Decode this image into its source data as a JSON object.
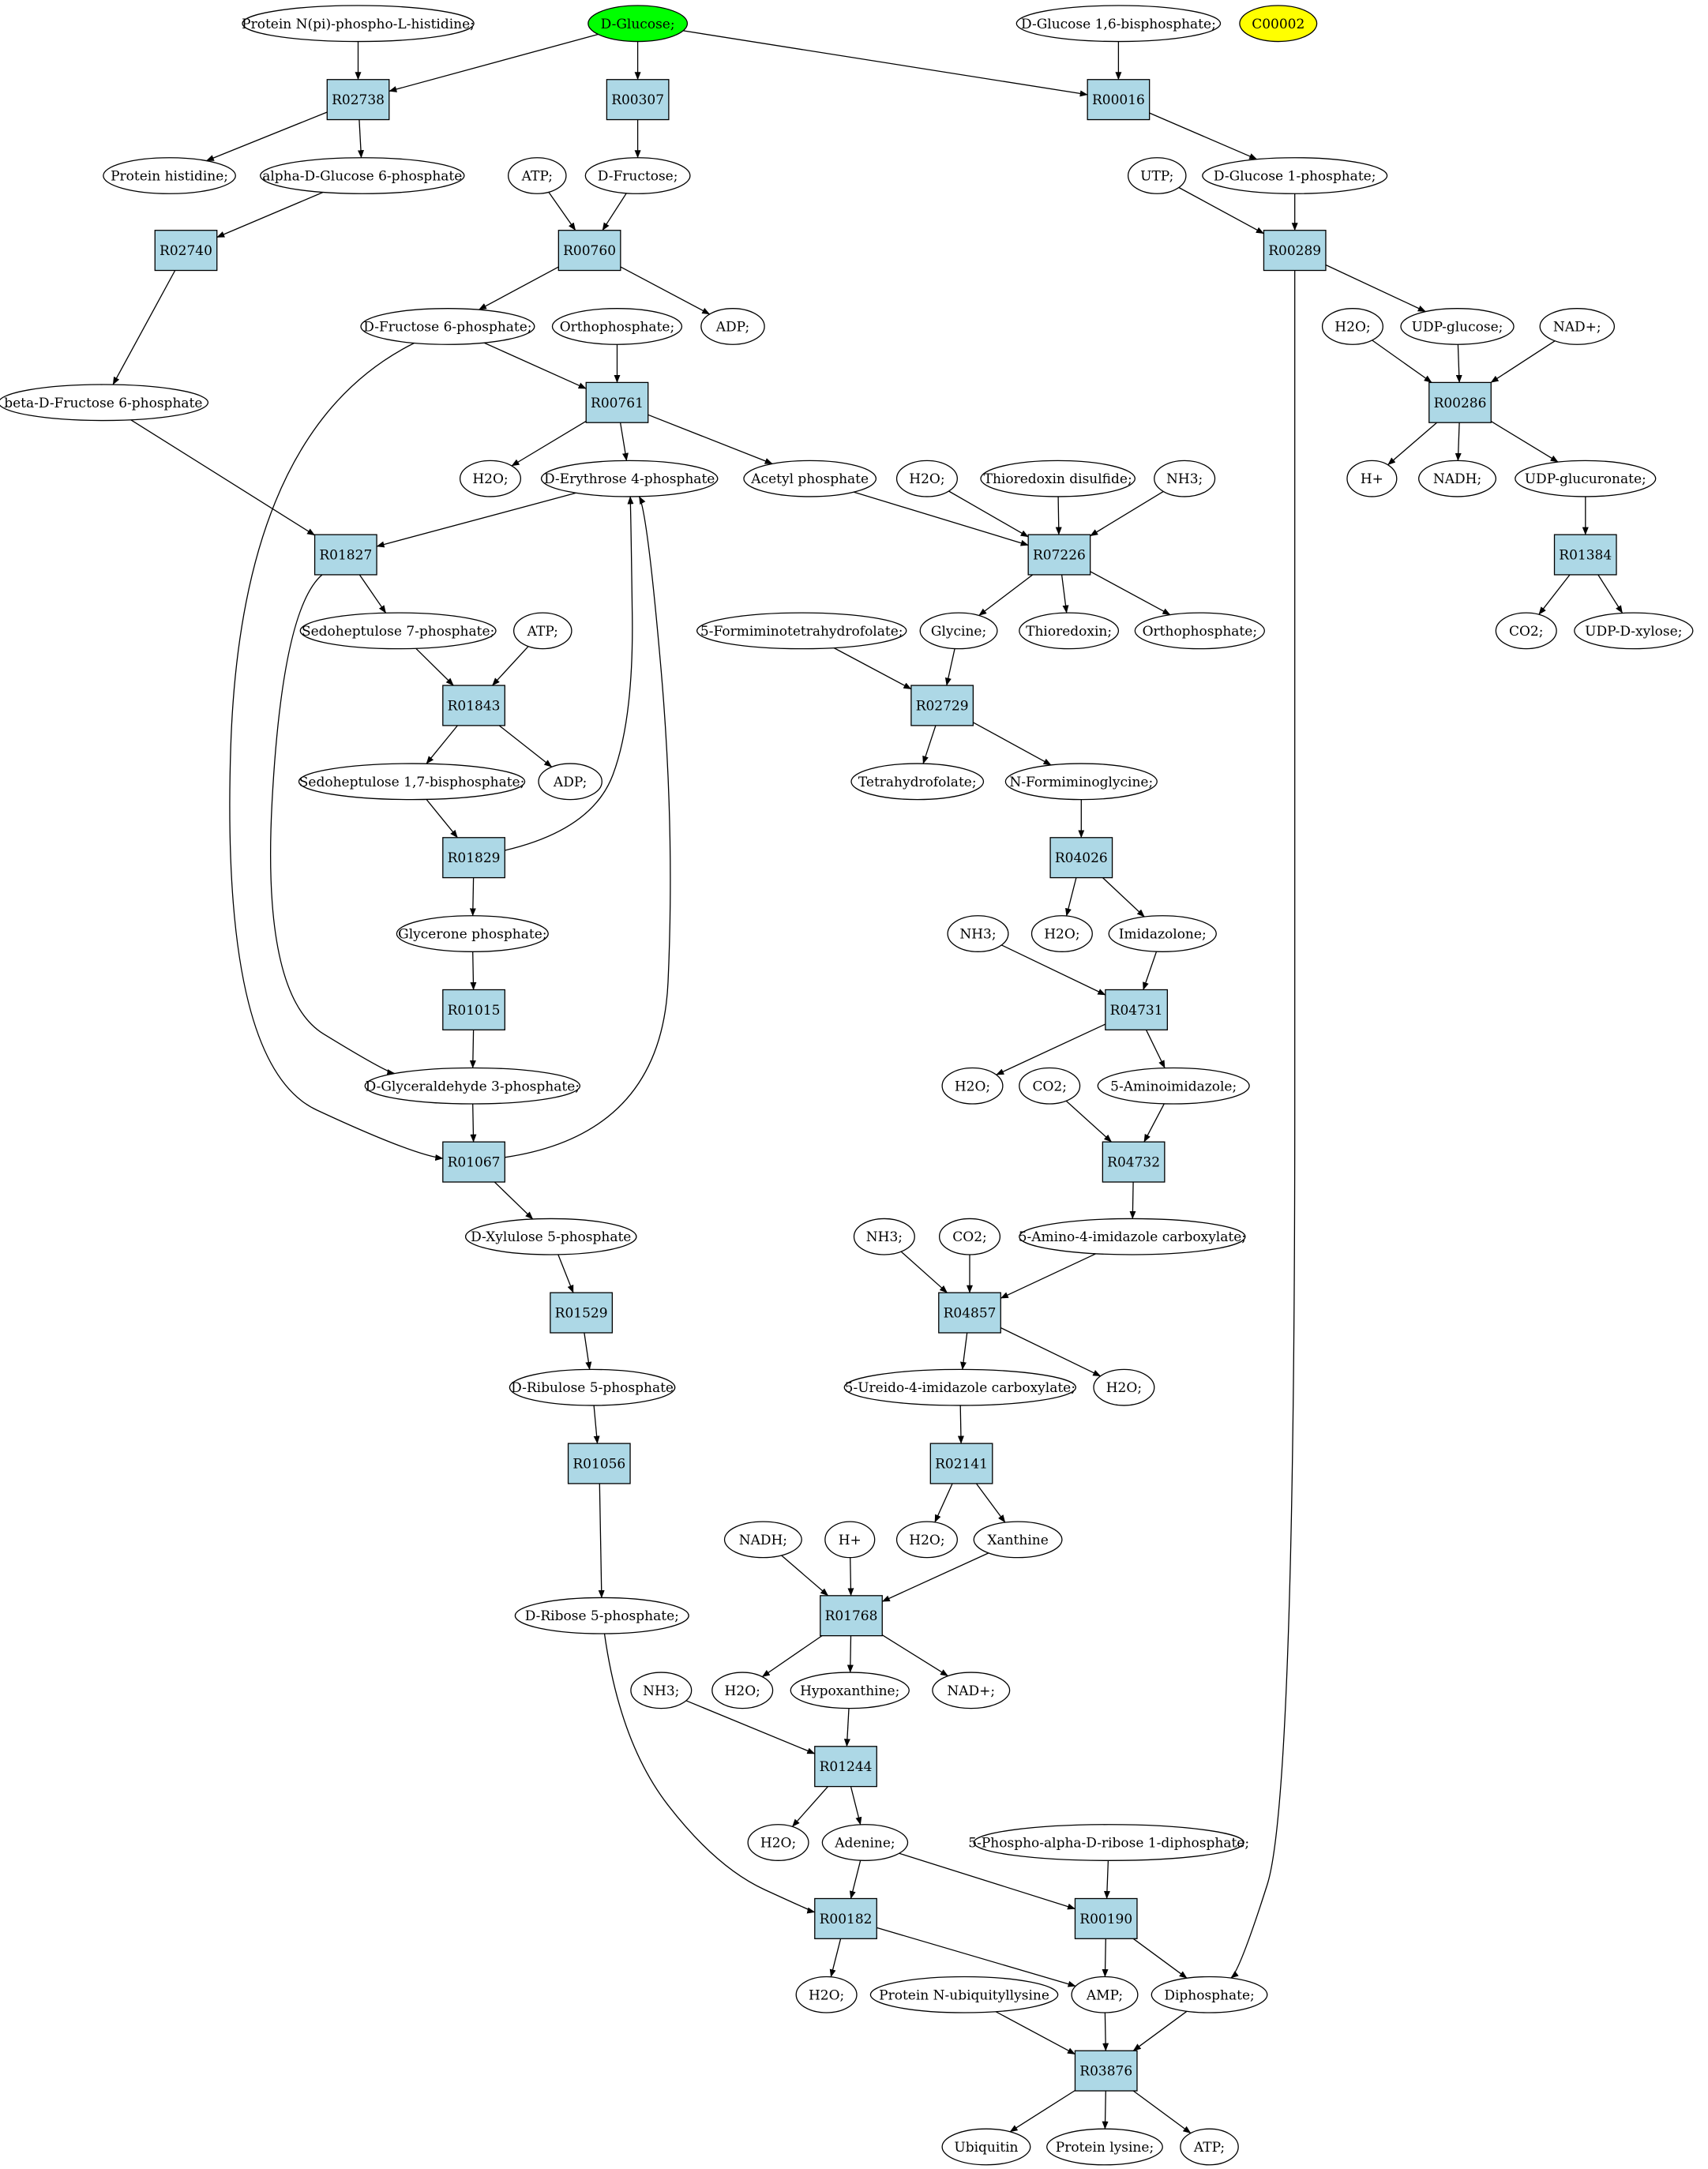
{
  "colors": {
    "reaction_fill": "#add8e6",
    "compound_fill": "#ffffff",
    "start_fill": "#00ff00",
    "highlight_fill": "#ffff00",
    "stroke": "#000000"
  },
  "compounds": [
    {
      "id": "c_prot_nphis",
      "label": "Protein N(pi)-phospho-L-histidine;"
    },
    {
      "id": "c_dglucose",
      "label": "D-Glucose;",
      "style": "start"
    },
    {
      "id": "c_dg16bp",
      "label": "D-Glucose 1,6-bisphosphate;"
    },
    {
      "id": "c_c00002",
      "label": "C00002",
      "style": "highlight"
    },
    {
      "id": "c_prot_his",
      "label": "Protein histidine;"
    },
    {
      "id": "c_ag6p",
      "label": "alpha-D-Glucose 6-phosphate"
    },
    {
      "id": "c_atp1",
      "label": "ATP;"
    },
    {
      "id": "c_dfructose",
      "label": "D-Fructose;"
    },
    {
      "id": "c_utp",
      "label": "UTP;"
    },
    {
      "id": "c_dg1p",
      "label": "D-Glucose 1-phosphate;"
    },
    {
      "id": "c_f6p",
      "label": "D-Fructose 6-phosphate;"
    },
    {
      "id": "c_orthop1",
      "label": "Orthophosphate;"
    },
    {
      "id": "c_adp1",
      "label": "ADP;"
    },
    {
      "id": "c_h2o_a",
      "label": "H2O;"
    },
    {
      "id": "c_udpglc",
      "label": "UDP-glucose;"
    },
    {
      "id": "c_nadp1",
      "label": "NAD+;"
    },
    {
      "id": "c_bf6p",
      "label": "beta-D-Fructose 6-phosphate"
    },
    {
      "id": "c_h2o_b",
      "label": "H2O;"
    },
    {
      "id": "c_e4p",
      "label": "D-Erythrose 4-phosphate"
    },
    {
      "id": "c_acp",
      "label": "Acetyl phosphate"
    },
    {
      "id": "c_h2o_c",
      "label": "H2O;"
    },
    {
      "id": "c_trxss",
      "label": "Thioredoxin disulfide;"
    },
    {
      "id": "c_nh3_a",
      "label": "NH3;"
    },
    {
      "id": "c_hplus1",
      "label": "H+"
    },
    {
      "id": "c_nadh1",
      "label": "NADH;"
    },
    {
      "id": "c_udpgluc",
      "label": "UDP-glucuronate;"
    },
    {
      "id": "c_s7p",
      "label": "Sedoheptulose 7-phosphate;"
    },
    {
      "id": "c_atp2",
      "label": "ATP;"
    },
    {
      "id": "c_fthf",
      "label": "5-Formiminotetrahydrofolate;"
    },
    {
      "id": "c_glycine",
      "label": "Glycine;"
    },
    {
      "id": "c_trx",
      "label": "Thioredoxin;"
    },
    {
      "id": "c_orthop2",
      "label": "Orthophosphate;"
    },
    {
      "id": "c_co2_a",
      "label": "CO2;"
    },
    {
      "id": "c_udpxyl",
      "label": "UDP-D-xylose;"
    },
    {
      "id": "c_s17bp",
      "label": "Sedoheptulose 1,7-bisphosphate;"
    },
    {
      "id": "c_adp2",
      "label": "ADP;"
    },
    {
      "id": "c_thf",
      "label": "Tetrahydrofolate;"
    },
    {
      "id": "c_nfgly",
      "label": "N-Formiminoglycine;"
    },
    {
      "id": "c_gp",
      "label": "Glycerone phosphate;"
    },
    {
      "id": "c_nh3_b",
      "label": "NH3;"
    },
    {
      "id": "c_h2o_d",
      "label": "H2O;"
    },
    {
      "id": "c_imid",
      "label": "Imidazolone;"
    },
    {
      "id": "c_g3p",
      "label": "D-Glyceraldehyde 3-phosphate;"
    },
    {
      "id": "c_h2o_e",
      "label": "H2O;"
    },
    {
      "id": "c_co2_b",
      "label": "CO2;"
    },
    {
      "id": "c_aimid",
      "label": "5-Aminoimidazole;"
    },
    {
      "id": "c_xu5p",
      "label": "D-Xylulose 5-phosphate"
    },
    {
      "id": "c_nh3_c",
      "label": "NH3;"
    },
    {
      "id": "c_co2_c",
      "label": "CO2;"
    },
    {
      "id": "c_aicarb",
      "label": "5-Amino-4-imidazole carboxylate;"
    },
    {
      "id": "c_ru5p",
      "label": "D-Ribulose 5-phosphate"
    },
    {
      "id": "c_uicarb",
      "label": "5-Ureido-4-imidazole carboxylate;"
    },
    {
      "id": "c_h2o_f",
      "label": "H2O;"
    },
    {
      "id": "c_nadh2",
      "label": "NADH;"
    },
    {
      "id": "c_hplus2",
      "label": "H+"
    },
    {
      "id": "c_h2o_g",
      "label": "H2O;"
    },
    {
      "id": "c_xanthine",
      "label": "Xanthine"
    },
    {
      "id": "c_r5p",
      "label": "D-Ribose 5-phosphate;"
    },
    {
      "id": "c_nh3_d",
      "label": "NH3;"
    },
    {
      "id": "c_h2o_h",
      "label": "H2O;"
    },
    {
      "id": "c_hypox",
      "label": "Hypoxanthine;"
    },
    {
      "id": "c_nadp2",
      "label": "NAD+;"
    },
    {
      "id": "c_h2o_i",
      "label": "H2O;"
    },
    {
      "id": "c_adenine",
      "label": "Adenine;"
    },
    {
      "id": "c_prpp",
      "label": "5-Phospho-alpha-D-ribose 1-diphosphate;"
    },
    {
      "id": "c_h2o_j",
      "label": "H2O;"
    },
    {
      "id": "c_protub",
      "label": "Protein N-ubiquityllysine"
    },
    {
      "id": "c_amp",
      "label": "AMP;"
    },
    {
      "id": "c_diphos",
      "label": "Diphosphate;"
    },
    {
      "id": "c_ubiq",
      "label": "Ubiquitin"
    },
    {
      "id": "c_protlys",
      "label": "Protein lysine;"
    },
    {
      "id": "c_atp3",
      "label": "ATP;"
    }
  ],
  "reactions": [
    {
      "id": "r_R02738",
      "label": "R02738"
    },
    {
      "id": "r_R00307",
      "label": "R00307"
    },
    {
      "id": "r_R00016",
      "label": "R00016"
    },
    {
      "id": "r_R02740",
      "label": "R02740"
    },
    {
      "id": "r_R00760",
      "label": "R00760"
    },
    {
      "id": "r_R00289",
      "label": "R00289"
    },
    {
      "id": "r_R00761",
      "label": "R00761"
    },
    {
      "id": "r_R00286",
      "label": "R00286"
    },
    {
      "id": "r_R01827",
      "label": "R01827"
    },
    {
      "id": "r_R07226",
      "label": "R07226"
    },
    {
      "id": "r_R01384",
      "label": "R01384"
    },
    {
      "id": "r_R01843",
      "label": "R01843"
    },
    {
      "id": "r_R02729",
      "label": "R02729"
    },
    {
      "id": "r_R01829",
      "label": "R01829"
    },
    {
      "id": "r_R04026",
      "label": "R04026"
    },
    {
      "id": "r_R01015",
      "label": "R01015"
    },
    {
      "id": "r_R04731",
      "label": "R04731"
    },
    {
      "id": "r_R01067",
      "label": "R01067"
    },
    {
      "id": "r_R04732",
      "label": "R04732"
    },
    {
      "id": "r_R01529",
      "label": "R01529"
    },
    {
      "id": "r_R04857",
      "label": "R04857"
    },
    {
      "id": "r_R01056",
      "label": "R01056"
    },
    {
      "id": "r_R02141",
      "label": "R02141"
    },
    {
      "id": "r_R01768",
      "label": "R01768"
    },
    {
      "id": "r_R01244",
      "label": "R01244"
    },
    {
      "id": "r_R00182",
      "label": "R00182"
    },
    {
      "id": "r_R00190",
      "label": "R00190"
    },
    {
      "id": "r_R03876",
      "label": "R03876"
    }
  ],
  "edges": [
    [
      "c_prot_nphis",
      "r_R02738"
    ],
    [
      "c_dglucose",
      "r_R02738"
    ],
    [
      "c_dglucose",
      "r_R00307"
    ],
    [
      "c_dglucose",
      "r_R00016"
    ],
    [
      "c_dg16bp",
      "r_R00016"
    ],
    [
      "r_R02738",
      "c_prot_his"
    ],
    [
      "r_R02738",
      "c_ag6p"
    ],
    [
      "r_R00307",
      "c_dfructose"
    ],
    [
      "r_R00016",
      "c_dg1p"
    ],
    [
      "c_ag6p",
      "r_R02740"
    ],
    [
      "c_atp1",
      "r_R00760"
    ],
    [
      "c_dfructose",
      "r_R00760"
    ],
    [
      "c_utp",
      "r_R00289"
    ],
    [
      "c_dg1p",
      "r_R00289"
    ],
    [
      "r_R02740",
      "c_bf6p"
    ],
    [
      "r_R00760",
      "c_f6p"
    ],
    [
      "r_R00760",
      "c_adp1"
    ],
    [
      "r_R00289",
      "c_udpglc"
    ],
    [
      "r_R00289",
      "c_diphos"
    ],
    [
      "c_f6p",
      "r_R00761"
    ],
    [
      "c_orthop1",
      "r_R00761"
    ],
    [
      "c_f6p",
      "r_R01067"
    ],
    [
      "c_h2o_a",
      "r_R00286"
    ],
    [
      "c_udpglc",
      "r_R00286"
    ],
    [
      "c_nadp1",
      "r_R00286"
    ],
    [
      "r_R00761",
      "c_h2o_b"
    ],
    [
      "r_R00761",
      "c_e4p"
    ],
    [
      "r_R00761",
      "c_acp"
    ],
    [
      "r_R00286",
      "c_hplus1"
    ],
    [
      "r_R00286",
      "c_nadh1"
    ],
    [
      "r_R00286",
      "c_udpgluc"
    ],
    [
      "c_bf6p",
      "r_R01827"
    ],
    [
      "c_e4p",
      "r_R01827"
    ],
    [
      "c_acp",
      "r_R07226"
    ],
    [
      "c_h2o_c",
      "r_R07226"
    ],
    [
      "c_trxss",
      "r_R07226"
    ],
    [
      "c_nh3_a",
      "r_R07226"
    ],
    [
      "c_udpgluc",
      "r_R01384"
    ],
    [
      "r_R01827",
      "c_s7p"
    ],
    [
      "r_R01827",
      "c_g3p"
    ],
    [
      "r_R07226",
      "c_glycine"
    ],
    [
      "r_R07226",
      "c_trx"
    ],
    [
      "r_R07226",
      "c_orthop2"
    ],
    [
      "r_R01384",
      "c_co2_a"
    ],
    [
      "r_R01384",
      "c_udpxyl"
    ],
    [
      "c_s7p",
      "r_R01843"
    ],
    [
      "c_atp2",
      "r_R01843"
    ],
    [
      "c_fthf",
      "r_R02729"
    ],
    [
      "c_glycine",
      "r_R02729"
    ],
    [
      "r_R01843",
      "c_s17bp"
    ],
    [
      "r_R01843",
      "c_adp2"
    ],
    [
      "r_R02729",
      "c_thf"
    ],
    [
      "r_R02729",
      "c_nfgly"
    ],
    [
      "c_s17bp",
      "r_R01829"
    ],
    [
      "r_R01829",
      "c_e4p"
    ],
    [
      "r_R01829",
      "c_gp"
    ],
    [
      "c_nfgly",
      "r_R04026"
    ],
    [
      "r_R04026",
      "c_h2o_d"
    ],
    [
      "r_R04026",
      "c_imid"
    ],
    [
      "c_gp",
      "r_R01015"
    ],
    [
      "r_R01015",
      "c_g3p"
    ],
    [
      "c_nh3_b",
      "r_R04731"
    ],
    [
      "c_imid",
      "r_R04731"
    ],
    [
      "r_R04731",
      "c_h2o_e"
    ],
    [
      "r_R04731",
      "c_aimid"
    ],
    [
      "c_g3p",
      "r_R01067"
    ],
    [
      "r_R01067",
      "c_e4p"
    ],
    [
      "r_R01067",
      "c_xu5p"
    ],
    [
      "c_co2_b",
      "r_R04732"
    ],
    [
      "c_aimid",
      "r_R04732"
    ],
    [
      "r_R04732",
      "c_aicarb"
    ],
    [
      "c_xu5p",
      "r_R01529"
    ],
    [
      "r_R01529",
      "c_ru5p"
    ],
    [
      "c_nh3_c",
      "r_R04857"
    ],
    [
      "c_co2_c",
      "r_R04857"
    ],
    [
      "c_aicarb",
      "r_R04857"
    ],
    [
      "r_R04857",
      "c_uicarb"
    ],
    [
      "r_R04857",
      "c_h2o_f"
    ],
    [
      "c_ru5p",
      "r_R01056"
    ],
    [
      "r_R01056",
      "c_r5p"
    ],
    [
      "c_uicarb",
      "r_R02141"
    ],
    [
      "r_R02141",
      "c_h2o_g"
    ],
    [
      "r_R02141",
      "c_xanthine"
    ],
    [
      "c_nadh2",
      "r_R01768"
    ],
    [
      "c_hplus2",
      "r_R01768"
    ],
    [
      "c_xanthine",
      "r_R01768"
    ],
    [
      "r_R01768",
      "c_h2o_h"
    ],
    [
      "r_R01768",
      "c_hypox"
    ],
    [
      "r_R01768",
      "c_nadp2"
    ],
    [
      "c_nh3_d",
      "r_R01244"
    ],
    [
      "c_hypox",
      "r_R01244"
    ],
    [
      "r_R01244",
      "c_h2o_i"
    ],
    [
      "r_R01244",
      "c_adenine"
    ],
    [
      "c_r5p",
      "r_R00182"
    ],
    [
      "c_adenine",
      "r_R00182"
    ],
    [
      "c_adenine",
      "r_R00190"
    ],
    [
      "c_prpp",
      "r_R00190"
    ],
    [
      "r_R00182",
      "c_h2o_j"
    ],
    [
      "r_R00182",
      "c_amp"
    ],
    [
      "r_R00190",
      "c_amp"
    ],
    [
      "r_R00190",
      "c_diphos"
    ],
    [
      "c_protub",
      "r_R03876"
    ],
    [
      "c_amp",
      "r_R03876"
    ],
    [
      "c_diphos",
      "r_R03876"
    ],
    [
      "r_R03876",
      "c_ubiq"
    ],
    [
      "r_R03876",
      "c_protlys"
    ],
    [
      "r_R03876",
      "c_atp3"
    ]
  ]
}
